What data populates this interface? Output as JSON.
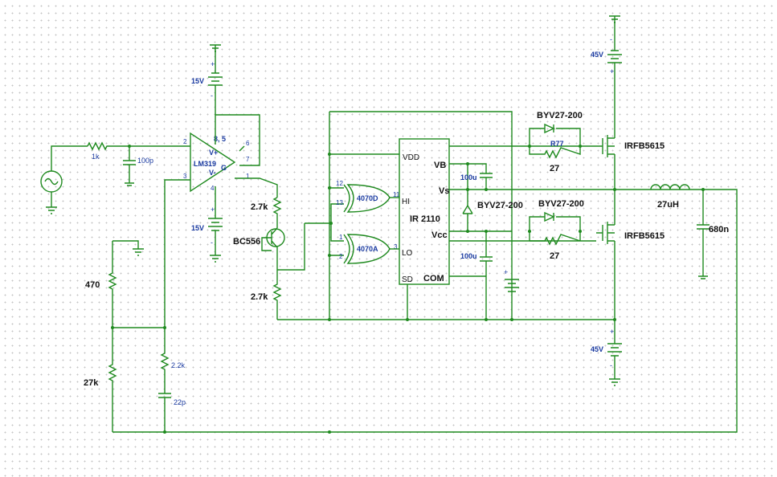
{
  "components": {
    "source_resistor": "1k",
    "input_cap": "100p",
    "comparator": "LM319",
    "comparator_pins": {
      "p2": "2",
      "p3": "3",
      "p4": "4",
      "p1": "1",
      "p6": "6",
      "p7": "7",
      "p85": "8, 5",
      "vplus": "V+",
      "vminus": "V-",
      "g": "G"
    },
    "supply_top": "15V",
    "supply_bottom": "15V",
    "r_bias_top": "2.7k",
    "r_bias_bottom": "2.7k",
    "transistor": "BC556",
    "r_470": "470",
    "r_27k": "27k",
    "r_2k2": "2.2k",
    "c_22p": "22p",
    "gate_d": "4070D",
    "gate_a": "4070A",
    "gate_pins": {
      "d_in1": "12",
      "d_in2": "13",
      "d_out": "11",
      "a_in1": "1",
      "a_in2": "2",
      "a_out": "3"
    },
    "driver": "IR 2110",
    "driver_pins": {
      "vdd": "VDD",
      "hi": "HI",
      "lo": "LO",
      "sd": "SD",
      "vb": "VB",
      "vs": "Vs",
      "vcc": "Vcc",
      "com": "COM"
    },
    "cap_vb": "100u",
    "cap_vcc": "100u",
    "bootstrap_diode": "BYV27-200",
    "gate_diode_top": "BYV27-200",
    "gate_diode_bottom": "BYV27-200",
    "r77": "R77",
    "r_gate_top": "27",
    "r_gate_bottom": "27",
    "mosfet_top": "IRFB5615",
    "mosfet_bottom": "IRFB5615",
    "supply_45v_top": "45V",
    "supply_45v_bottom": "45V",
    "inductor": "27uH",
    "output_cap": "680n"
  },
  "colors": {
    "wire": "#1f8a1f",
    "text": "#111111",
    "blue_label": "#1a3aa0",
    "grid_dot": "#c4c4c4"
  }
}
